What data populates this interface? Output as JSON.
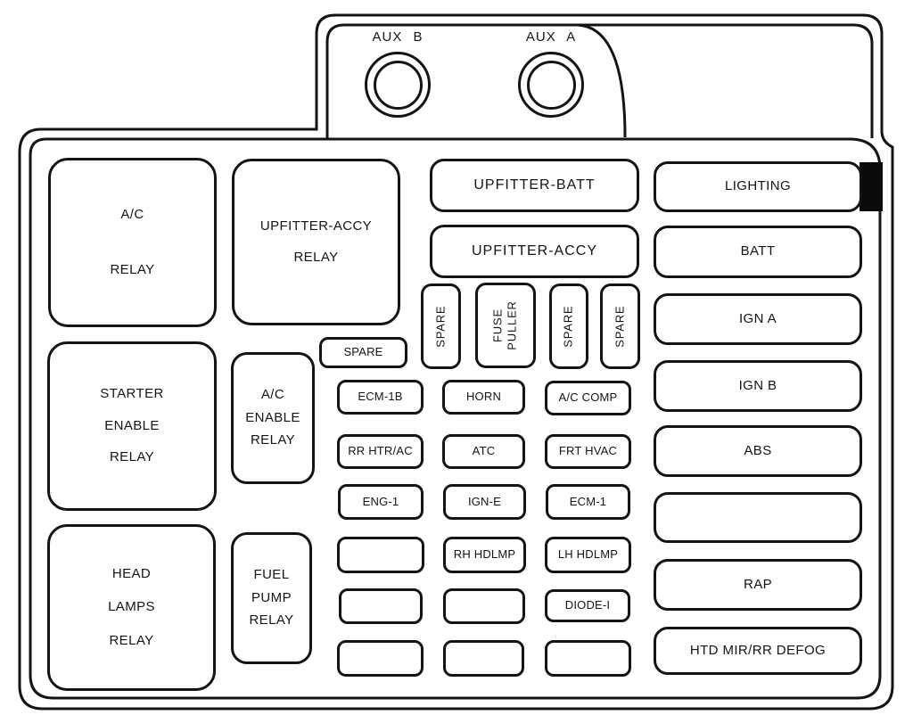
{
  "diagram": {
    "kind": "engine-compartment-fuse-box",
    "background": "#ffffff",
    "line_color": "#141414",
    "lighting_tab_color": "#0a0a0a"
  },
  "aux_connectors": {
    "aux_b": "AUX B",
    "aux_a": "AUX A"
  },
  "relays": {
    "ac": {
      "lines": [
        "A/C",
        "RELAY"
      ]
    },
    "upfitter_accy": {
      "lines": [
        "UPFITTER-ACCY",
        "RELAY"
      ]
    },
    "starter_enable": {
      "lines": [
        "STARTER",
        "ENABLE",
        "RELAY"
      ]
    },
    "ac_enable": {
      "lines": [
        "A/C",
        "ENABLE",
        "RELAY"
      ]
    },
    "head_lamps": {
      "lines": [
        "HEAD",
        "LAMPS",
        "RELAY"
      ]
    },
    "fuel_pump": {
      "lines": [
        "FUEL",
        "PUMP",
        "RELAY"
      ]
    }
  },
  "maxi_fuses": {
    "upfitter_batt": "UPFITTER-BATT",
    "upfitter_accy": "UPFITTER-ACCY"
  },
  "spare_slot": "SPARE",
  "vertical_fuses": [
    {
      "label": "SPARE"
    },
    {
      "lines": [
        "FUSE",
        "PULLER"
      ]
    },
    {
      "label": "SPARE"
    },
    {
      "label": "SPARE"
    }
  ],
  "mini_fuse_grid": {
    "rows": [
      [
        "ECM-1B",
        "HORN",
        "A/C COMP"
      ],
      [
        "RR HTR/AC",
        "ATC",
        "FRT HVAC"
      ],
      [
        "ENG-1",
        "IGN-E",
        "ECM-1"
      ],
      [
        "",
        "RH HDLMP",
        "LH HDLMP"
      ],
      [
        "",
        "",
        "DIODE-I"
      ],
      [
        "",
        "",
        ""
      ]
    ]
  },
  "right_column": {
    "fuses": [
      "LIGHTING",
      "BATT",
      "IGN A",
      "IGN B",
      "ABS",
      "",
      "RAP",
      "HTD MIR/RR DEFOG"
    ]
  }
}
